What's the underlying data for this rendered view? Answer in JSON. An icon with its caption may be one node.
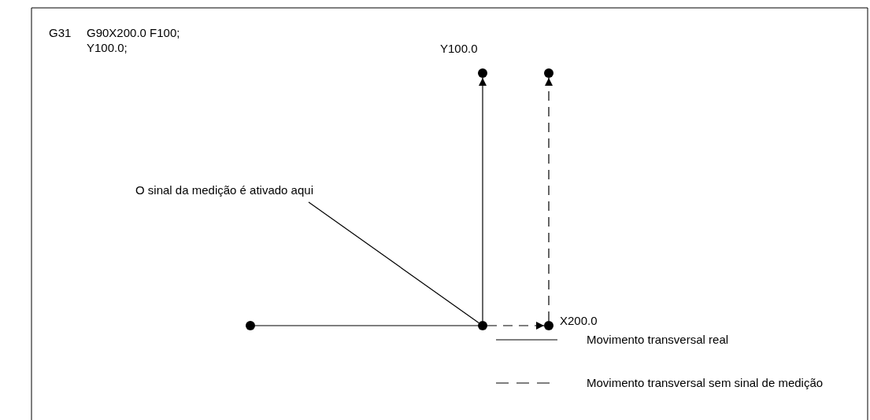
{
  "diagram": {
    "nodes": [
      {
        "text": [
          "O sinal da medição é ativado aqui"
        ]
      },
      {
        "text": [],
        "shape": "circle",
        "beside": [
          "Y100.0"
        ]
      },
      {
        "text": [],
        "shape": "circle"
      },
      {
        "text": [],
        "shape": "circle"
      },
      {
        "text": [],
        "shape": "circle"
      },
      {
        "text": [],
        "shape": "circle",
        "beside": [
          "X200.0"
        ]
      }
    ],
    "edges": [
      {
        "from": 3,
        "to": 4,
        "arrow": "none"
      },
      {
        "from": 4,
        "to": 1,
        "arrow": "to"
      },
      {
        "from": 4,
        "to": 5,
        "arrow": "to",
        "style": "dashed"
      },
      {
        "from": 5,
        "to": 2,
        "arrow": "to",
        "style": "dashed"
      },
      {
        "from": 0,
        "to": 4,
        "arrow": "none"
      }
    ],
    "labels": [
      "G31",
      "G90X200.0 F100;",
      "Y100.0;"
    ],
    "legend": [
      {
        "text": "Movimento transversal real"
      },
      {
        "text": "Movimento transversal sem sinal de medição"
      }
    ]
  }
}
